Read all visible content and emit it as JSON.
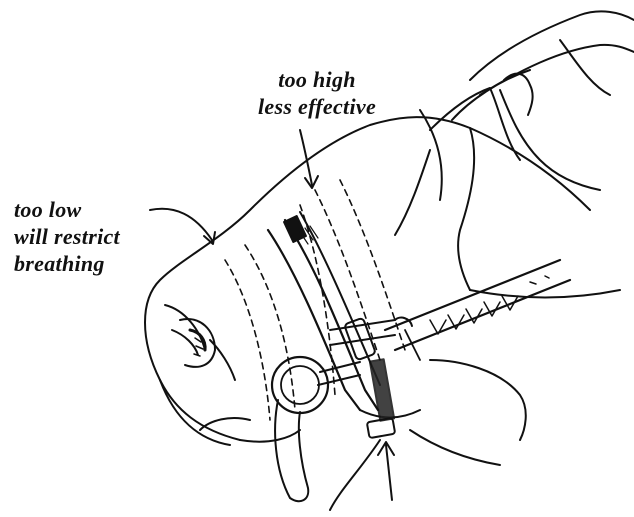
{
  "annotations": {
    "high": {
      "lines": [
        "too high",
        "less effective"
      ]
    },
    "low": {
      "lines": [
        "too low",
        "will restrict",
        "breathing"
      ]
    }
  },
  "colors": {
    "ink": "#111111",
    "paper": "#ffffff"
  }
}
